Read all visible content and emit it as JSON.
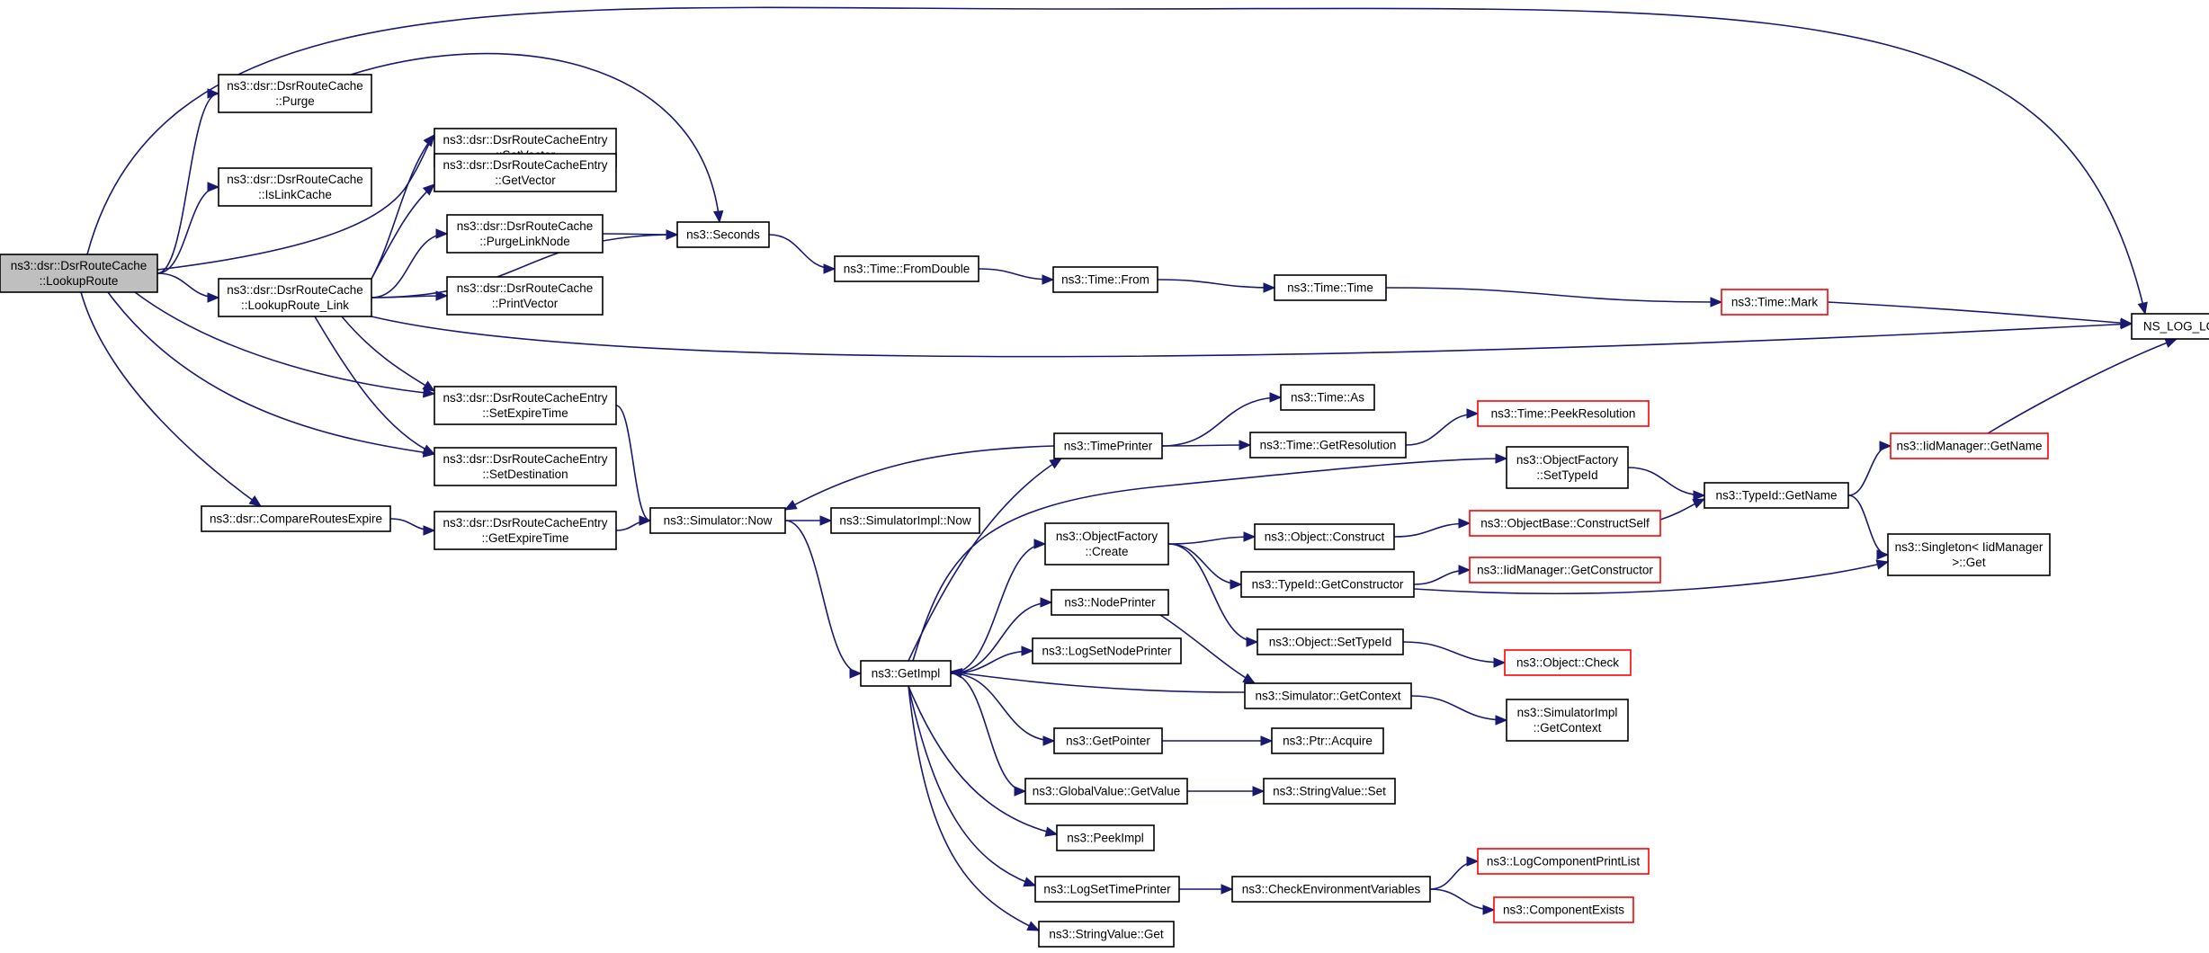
{
  "colors": {
    "edge": "#191970",
    "highlight_fill": "#bfbfbf",
    "truncated_border": "#ff0000",
    "border": "#000000"
  },
  "nodes": [
    {
      "id": "lookuproute",
      "lines": [
        "ns3::dsr::DsrRouteCache",
        "::LookupRoute"
      ],
      "style": "highlight"
    },
    {
      "id": "purge",
      "lines": [
        "ns3::dsr::DsrRouteCache",
        "::Purge"
      ],
      "style": "normal"
    },
    {
      "id": "islinkcache",
      "lines": [
        "ns3::dsr::DsrRouteCache",
        "::IsLinkCache"
      ],
      "style": "normal"
    },
    {
      "id": "lookuproute_link",
      "lines": [
        "ns3::dsr::DsrRouteCache",
        "::LookupRoute_Link"
      ],
      "style": "normal"
    },
    {
      "id": "compareroutesexpire",
      "lines": [
        "ns3::dsr::CompareRoutesExpire"
      ],
      "style": "normal"
    },
    {
      "id": "setvector",
      "lines": [
        "ns3::dsr::DsrRouteCacheEntry",
        "::SetVector"
      ],
      "style": "normal"
    },
    {
      "id": "getvector",
      "lines": [
        "ns3::dsr::DsrRouteCacheEntry",
        "::GetVector"
      ],
      "style": "normal"
    },
    {
      "id": "purgelinknode",
      "lines": [
        "ns3::dsr::DsrRouteCache",
        "::PurgeLinkNode"
      ],
      "style": "normal"
    },
    {
      "id": "printvector",
      "lines": [
        "ns3::dsr::DsrRouteCache",
        "::PrintVector"
      ],
      "style": "normal"
    },
    {
      "id": "setexpiretime",
      "lines": [
        "ns3::dsr::DsrRouteCacheEntry",
        "::SetExpireTime"
      ],
      "style": "normal"
    },
    {
      "id": "setdestination",
      "lines": [
        "ns3::dsr::DsrRouteCacheEntry",
        "::SetDestination"
      ],
      "style": "normal"
    },
    {
      "id": "getexpiretime",
      "lines": [
        "ns3::dsr::DsrRouteCacheEntry",
        "::GetExpireTime"
      ],
      "style": "normal"
    },
    {
      "id": "seconds",
      "lines": [
        "ns3::Seconds"
      ],
      "style": "normal"
    },
    {
      "id": "fromdouble",
      "lines": [
        "ns3::Time::FromDouble"
      ],
      "style": "normal"
    },
    {
      "id": "from",
      "lines": [
        "ns3::Time::From"
      ],
      "style": "normal"
    },
    {
      "id": "time",
      "lines": [
        "ns3::Time::Time"
      ],
      "style": "normal"
    },
    {
      "id": "mark",
      "lines": [
        "ns3::Time::Mark"
      ],
      "style": "truncated"
    },
    {
      "id": "nslog",
      "lines": [
        "NS_LOG_LOGIC"
      ],
      "style": "normal"
    },
    {
      "id": "simnow",
      "lines": [
        "ns3::Simulator::Now"
      ],
      "style": "normal"
    },
    {
      "id": "simimplnow",
      "lines": [
        "ns3::SimulatorImpl::Now"
      ],
      "style": "normal"
    },
    {
      "id": "timeprinter",
      "lines": [
        "ns3::TimePrinter"
      ],
      "style": "normal"
    },
    {
      "id": "as",
      "lines": [
        "ns3::Time::As"
      ],
      "style": "normal"
    },
    {
      "id": "getresolution",
      "lines": [
        "ns3::Time::GetResolution"
      ],
      "style": "normal"
    },
    {
      "id": "peekresolution",
      "lines": [
        "ns3::Time::PeekResolution"
      ],
      "style": "truncated"
    },
    {
      "id": "getimpl",
      "lines": [
        "ns3::GetImpl"
      ],
      "style": "normal"
    },
    {
      "id": "objfactorycreate",
      "lines": [
        "ns3::ObjectFactory",
        "::Create"
      ],
      "style": "normal"
    },
    {
      "id": "objfactorysettypeid",
      "lines": [
        "ns3::ObjectFactory",
        "::SetTypeId"
      ],
      "style": "normal"
    },
    {
      "id": "typeidgetname",
      "lines": [
        "ns3::TypeId::GetName"
      ],
      "style": "normal"
    },
    {
      "id": "iidmanagergetname",
      "lines": [
        "ns3::IidManager::GetName"
      ],
      "style": "truncated"
    },
    {
      "id": "singletonget",
      "lines": [
        "ns3::Singleton< IidManager",
        ">::Get"
      ],
      "style": "normal"
    },
    {
      "id": "objectconstruct",
      "lines": [
        "ns3::Object::Construct"
      ],
      "style": "normal"
    },
    {
      "id": "constructself",
      "lines": [
        "ns3::ObjectBase::ConstructSelf"
      ],
      "style": "truncated"
    },
    {
      "id": "typeidgetconstructor",
      "lines": [
        "ns3::TypeId::GetConstructor"
      ],
      "style": "normal"
    },
    {
      "id": "iidmanagergetconstructor",
      "lines": [
        "ns3::IidManager::GetConstructor"
      ],
      "style": "truncated"
    },
    {
      "id": "objectsettypeid",
      "lines": [
        "ns3::Object::SetTypeId"
      ],
      "style": "normal"
    },
    {
      "id": "objectcheck",
      "lines": [
        "ns3::Object::Check"
      ],
      "style": "truncated"
    },
    {
      "id": "nodeprinter",
      "lines": [
        "ns3::NodePrinter"
      ],
      "style": "normal"
    },
    {
      "id": "logsetnodeprinter",
      "lines": [
        "ns3::LogSetNodePrinter"
      ],
      "style": "normal"
    },
    {
      "id": "simgetcontext",
      "lines": [
        "ns3::Simulator::GetContext"
      ],
      "style": "normal"
    },
    {
      "id": "simimplgetcontext",
      "lines": [
        "ns3::SimulatorImpl",
        "::GetContext"
      ],
      "style": "normal"
    },
    {
      "id": "getpointer",
      "lines": [
        "ns3::GetPointer"
      ],
      "style": "normal"
    },
    {
      "id": "ptracquire",
      "lines": [
        "ns3::Ptr::Acquire"
      ],
      "style": "normal"
    },
    {
      "id": "globalvaluegetvalue",
      "lines": [
        "ns3::GlobalValue::GetValue"
      ],
      "style": "normal"
    },
    {
      "id": "stringvalueset",
      "lines": [
        "ns3::StringValue::Set"
      ],
      "style": "normal"
    },
    {
      "id": "peekimpl",
      "lines": [
        "ns3::PeekImpl"
      ],
      "style": "normal"
    },
    {
      "id": "logsettimeprinter",
      "lines": [
        "ns3::LogSetTimePrinter"
      ],
      "style": "normal"
    },
    {
      "id": "checkenv",
      "lines": [
        "ns3::CheckEnvironmentVariables"
      ],
      "style": "normal"
    },
    {
      "id": "logcomponentprintlist",
      "lines": [
        "ns3::LogComponentPrintList"
      ],
      "style": "truncated"
    },
    {
      "id": "componentexists",
      "lines": [
        "ns3::ComponentExists"
      ],
      "style": "truncated"
    },
    {
      "id": "stringvalueget",
      "lines": [
        "ns3::StringValue::Get"
      ],
      "style": "normal"
    }
  ],
  "edges": [
    [
      "lookuproute",
      "purge"
    ],
    [
      "lookuproute",
      "islinkcache"
    ],
    [
      "lookuproute",
      "lookuproute_link"
    ],
    [
      "lookuproute",
      "setvector"
    ],
    [
      "lookuproute",
      "setexpiretime"
    ],
    [
      "lookuproute",
      "setdestination"
    ],
    [
      "lookuproute",
      "compareroutesexpire"
    ],
    [
      "lookuproute",
      "nslog"
    ],
    [
      "purge",
      "seconds"
    ],
    [
      "lookuproute_link",
      "setvector"
    ],
    [
      "lookuproute_link",
      "getvector"
    ],
    [
      "lookuproute_link",
      "purgelinknode"
    ],
    [
      "lookuproute_link",
      "printvector"
    ],
    [
      "lookuproute_link",
      "setexpiretime"
    ],
    [
      "lookuproute_link",
      "setdestination"
    ],
    [
      "lookuproute_link",
      "seconds"
    ],
    [
      "lookuproute_link",
      "nslog"
    ],
    [
      "compareroutesexpire",
      "getexpiretime"
    ],
    [
      "purgelinknode",
      "seconds"
    ],
    [
      "seconds",
      "fromdouble"
    ],
    [
      "fromdouble",
      "from"
    ],
    [
      "from",
      "time"
    ],
    [
      "time",
      "mark"
    ],
    [
      "mark",
      "nslog"
    ],
    [
      "setexpiretime",
      "simnow"
    ],
    [
      "getexpiretime",
      "simnow"
    ],
    [
      "simnow",
      "simimplnow"
    ],
    [
      "simnow",
      "getimpl"
    ],
    [
      "timeprinter",
      "simnow"
    ],
    [
      "timeprinter",
      "as"
    ],
    [
      "timeprinter",
      "getresolution"
    ],
    [
      "getresolution",
      "peekresolution"
    ],
    [
      "getimpl",
      "timeprinter"
    ],
    [
      "getimpl",
      "objfactorysettypeid"
    ],
    [
      "getimpl",
      "objfactorycreate"
    ],
    [
      "getimpl",
      "nodeprinter"
    ],
    [
      "getimpl",
      "logsetnodeprinter"
    ],
    [
      "getimpl",
      "getpointer"
    ],
    [
      "getimpl",
      "globalvaluegetvalue"
    ],
    [
      "getimpl",
      "peekimpl"
    ],
    [
      "getimpl",
      "logsettimeprinter"
    ],
    [
      "getimpl",
      "stringvalueget"
    ],
    [
      "objfactorysettypeid",
      "typeidgetname"
    ],
    [
      "typeidgetname",
      "iidmanagergetname"
    ],
    [
      "typeidgetname",
      "singletonget"
    ],
    [
      "iidmanagergetname",
      "nslog"
    ],
    [
      "objfactorycreate",
      "objectconstruct"
    ],
    [
      "objfactorycreate",
      "typeidgetconstructor"
    ],
    [
      "objfactorycreate",
      "objectsettypeid"
    ],
    [
      "objectconstruct",
      "constructself"
    ],
    [
      "constructself",
      "typeidgetname"
    ],
    [
      "typeidgetconstructor",
      "iidmanagergetconstructor"
    ],
    [
      "typeidgetconstructor",
      "singletonget"
    ],
    [
      "objectsettypeid",
      "objectcheck"
    ],
    [
      "nodeprinter",
      "simgetcontext"
    ],
    [
      "simgetcontext",
      "getimpl"
    ],
    [
      "simgetcontext",
      "simimplgetcontext"
    ],
    [
      "getpointer",
      "ptracquire"
    ],
    [
      "globalvaluegetvalue",
      "stringvalueset"
    ],
    [
      "logsettimeprinter",
      "checkenv"
    ],
    [
      "checkenv",
      "logcomponentprintlist"
    ],
    [
      "checkenv",
      "componentexists"
    ]
  ]
}
